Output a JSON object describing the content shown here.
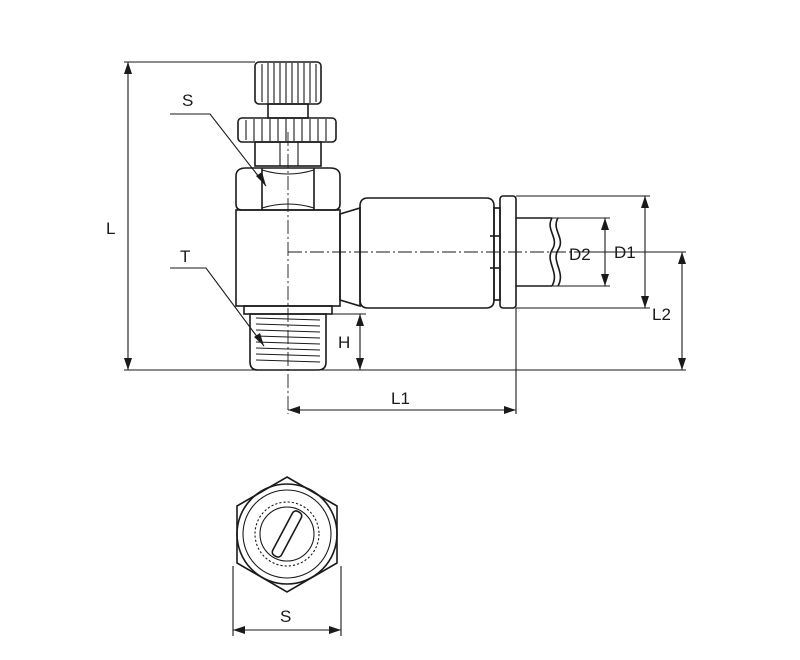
{
  "labels": {
    "L": "L",
    "S_top": "S",
    "T": "T",
    "H": "H",
    "L1": "L1",
    "L2": "L2",
    "D1": "D1",
    "D2": "D2",
    "S_bottom": "S"
  },
  "colors": {
    "line": "#1a1a1a",
    "background": "#ffffff"
  }
}
